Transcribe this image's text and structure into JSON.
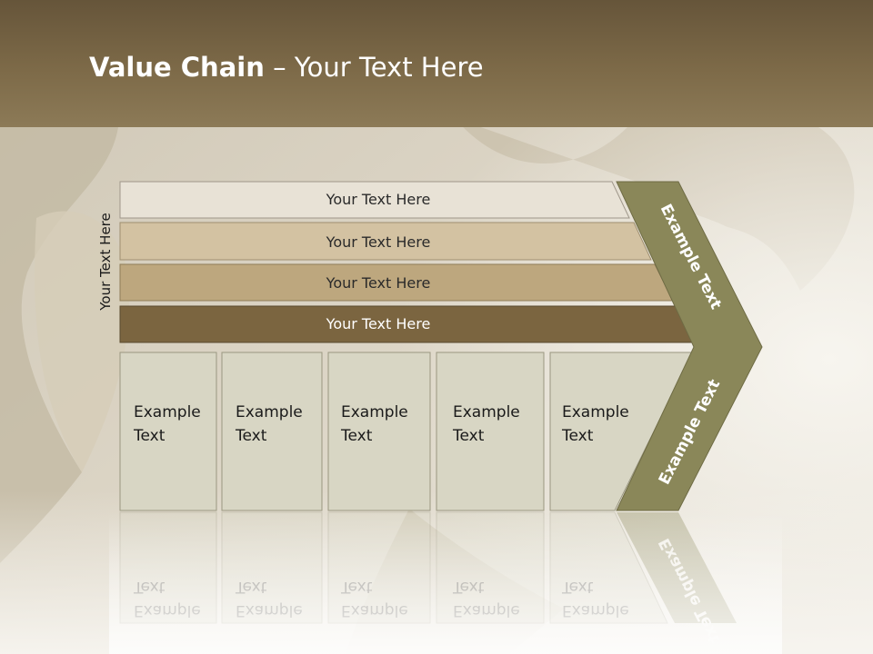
{
  "title": {
    "bold": "Value Chain",
    "rest": " – Your Text Here"
  },
  "side_label": "Your Text Here",
  "support_rows": [
    {
      "label": "Your Text Here",
      "color": "#e8e2d6"
    },
    {
      "label": "Your Text Here",
      "color": "#d3c2a2"
    },
    {
      "label": "Your Text Here",
      "color": "#bda77e"
    },
    {
      "label": "Your Text Here",
      "color": "#7b6540"
    }
  ],
  "primary_cells": [
    {
      "line1": "Example",
      "line2": "Text"
    },
    {
      "line1": "Example",
      "line2": "Text"
    },
    {
      "line1": "Example",
      "line2": "Text"
    },
    {
      "line1": "Example",
      "line2": "Text"
    },
    {
      "line1": "Example",
      "line2": "Text"
    }
  ],
  "margin": {
    "upper": "Example Text",
    "lower": "Example Text"
  },
  "colors": {
    "header": "#7d6a48",
    "chevron": "#8a8759",
    "cell_fill": "#d8d6c4",
    "cell_border": "#9a9780"
  }
}
